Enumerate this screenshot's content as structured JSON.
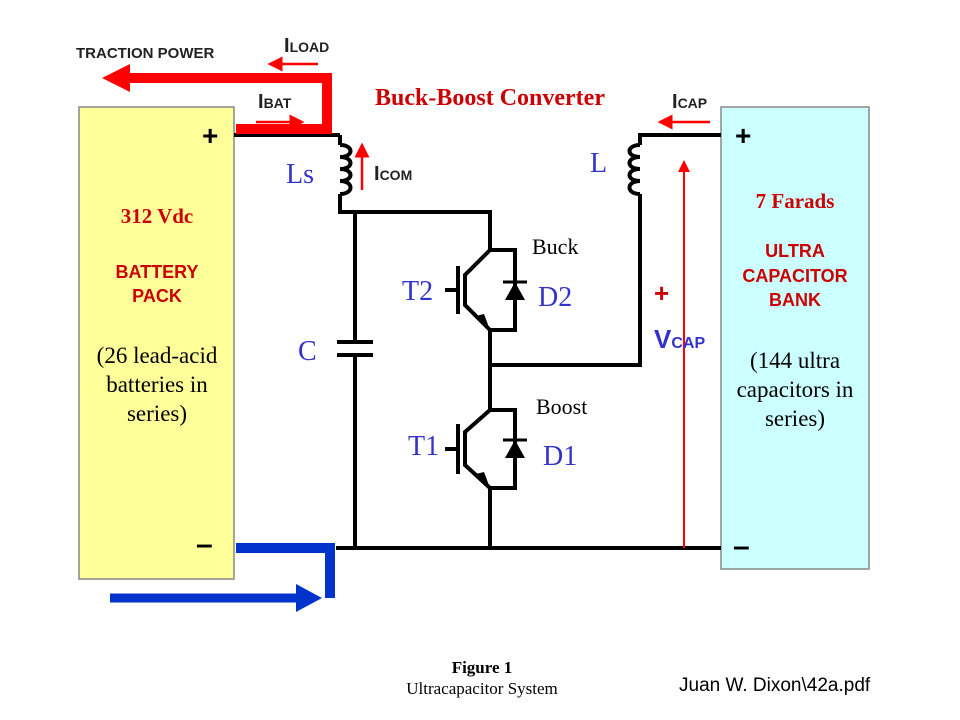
{
  "colors": {
    "battery_fill": "#ffff99",
    "ultracap_fill": "#ccffff",
    "wire": "#000000",
    "label_red": "#cc0000",
    "blue_label": "#3333cc",
    "power_red": "#ff0000",
    "return_blue": "#0033cc"
  },
  "header": {
    "traction_power": "TRACTION  POWER",
    "converter_title": "Buck-Boost Converter"
  },
  "currents": {
    "i_load": {
      "main": "I",
      "sub": "LOAD"
    },
    "i_bat": {
      "main": "I",
      "sub": "BAT"
    },
    "i_cap": {
      "main": "I",
      "sub": "CAP"
    },
    "i_com": {
      "main": "I",
      "sub": "COM"
    }
  },
  "battery": {
    "voltage": "312 Vdc",
    "name_line1": "BATTERY",
    "name_line2": "PACK",
    "desc_line1": "(26 lead-acid",
    "desc_line2": "batteries in",
    "desc_line3": "series)",
    "plus": "+",
    "minus": "–"
  },
  "ultracap": {
    "capacitance": "7 Farads",
    "name_line1": "ULTRA",
    "name_line2": "CAPACITOR",
    "name_line3": "BANK",
    "desc_line1": "(144 ultra",
    "desc_line2": "capacitors in",
    "desc_line3": "series)",
    "plus": "+",
    "minus": "–"
  },
  "components": {
    "ls": "Ls",
    "l": "L",
    "c": "C",
    "t2": "T2",
    "d2": "D2",
    "t1": "T1",
    "d1": "D1",
    "buck": "Buck",
    "boost": "Boost"
  },
  "vcap": {
    "plus": "+",
    "main": "V",
    "sub": "CAP"
  },
  "caption": {
    "figure": "Figure 1",
    "title": "Ultracapacitor System"
  },
  "source": "Juan W. Dixon\\42a.pdf"
}
